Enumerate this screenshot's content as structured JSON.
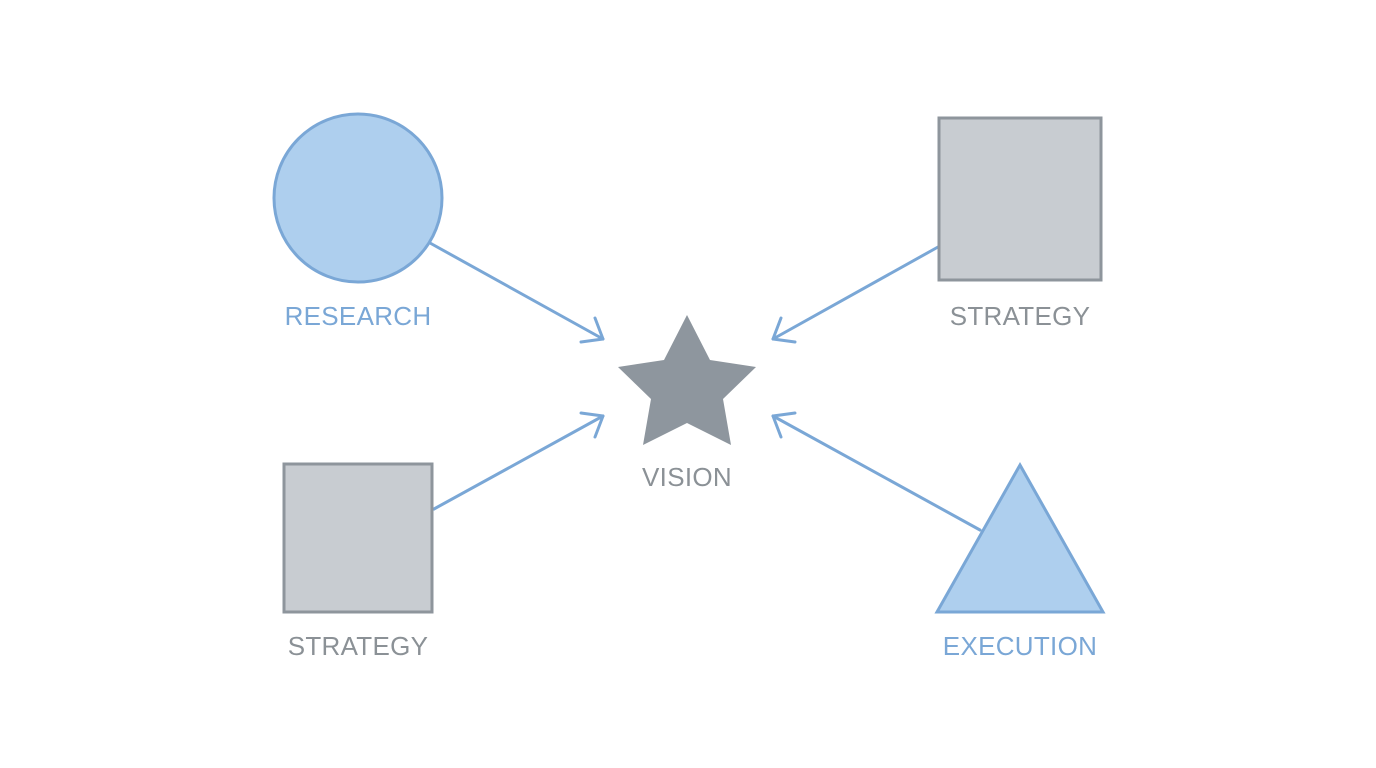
{
  "nodes": {
    "research": {
      "label": "RESEARCH"
    },
    "strategy_top": {
      "label": "STRATEGY"
    },
    "strategy_bottom": {
      "label": "STRATEGY"
    },
    "execution": {
      "label": "EXECUTION"
    },
    "vision": {
      "label": "VISION"
    }
  },
  "colors": {
    "blue_fill": "#aecfee",
    "blue_stroke": "#7aa7d6",
    "blue_text": "#7aa7d6",
    "gray_fill": "#c8ccd1",
    "gray_stroke": "#8e959c",
    "gray_text": "#8b9196",
    "star_fill": "#8e969e",
    "arrow": "#7aa7d6"
  },
  "icons": {
    "research": "circle-shape",
    "strategy": "square-shape",
    "execution": "triangle-shape",
    "vision": "star-shape"
  }
}
